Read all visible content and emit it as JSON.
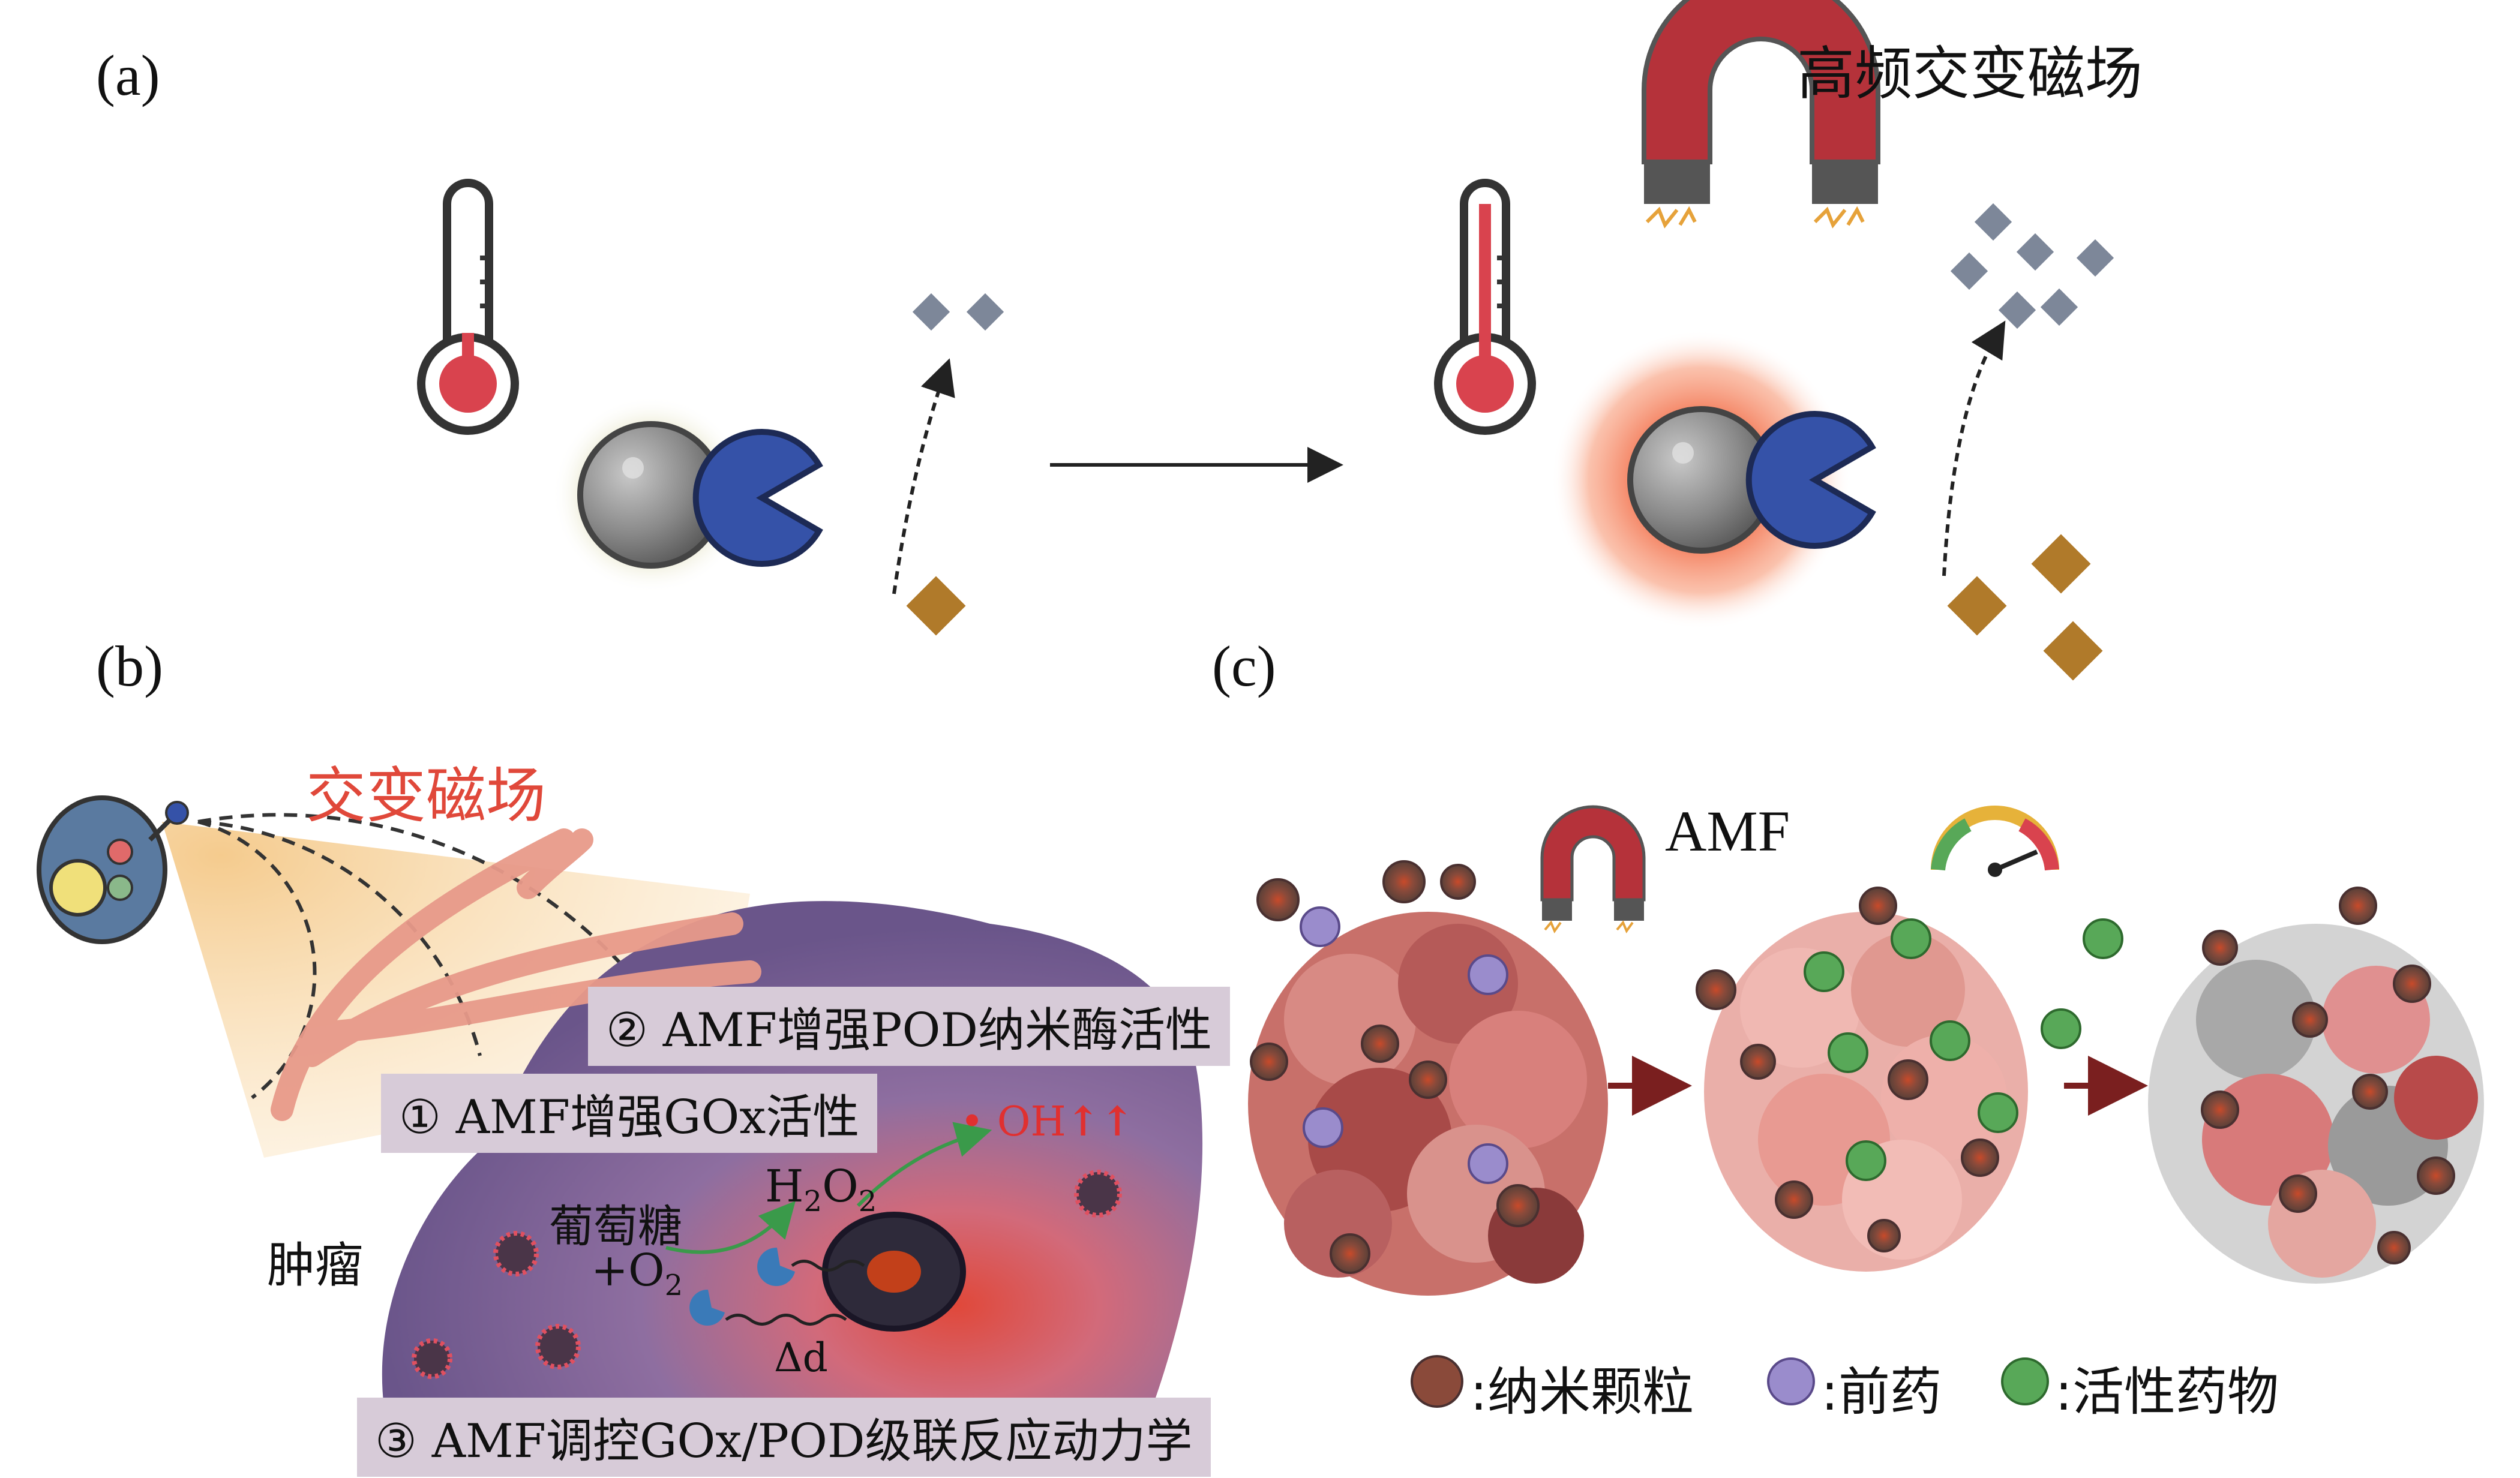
{
  "panels": {
    "a": {
      "label": "(a)",
      "amf_label": "高频交变磁场"
    },
    "b": {
      "label": "(b)",
      "field_label": "交变磁场",
      "callout_2": "② AMF增强POD纳米酶活性",
      "callout_1": "① AMF增强GOx活性",
      "callout_3": "③ AMF调控GOx/POD级联反应动力学",
      "tumor_label": "肿瘤",
      "glucose": "葡萄糖",
      "o2": "+O",
      "o2_sub": "2",
      "h2o2_h": "H",
      "h2o2_sub1": "2",
      "h2o2_o": "O",
      "h2o2_sub2": "2",
      "oh": "• OH",
      "oh_arrows": "↑↑",
      "distance": "Δd"
    },
    "c": {
      "label": "(c)",
      "amf": "AMF",
      "legend": [
        {
          "text": ":纳米颗粒",
          "color": "#8a4a3a"
        },
        {
          "text": ":前药",
          "color": "#9a8ccc"
        },
        {
          "text": ":活性药物",
          "color": "#58a858"
        }
      ]
    }
  },
  "colors": {
    "enzyme_blue": "#3552a8",
    "magnet_red": "#b5323a",
    "substrate_gold": "#b07a2a",
    "product_gray": "#7d8799",
    "heat_orange": "#f0603a",
    "tumor_purple": "#6e5a8a",
    "arrow_darkred": "#7a1f1f"
  }
}
